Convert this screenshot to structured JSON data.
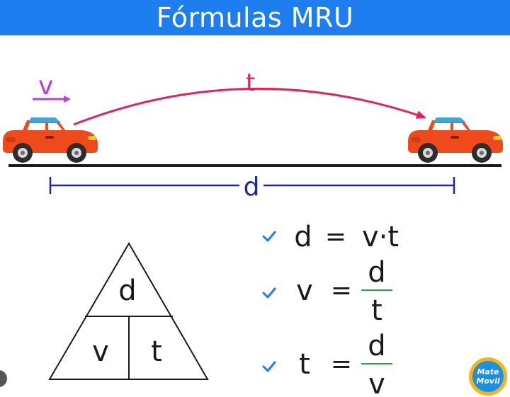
{
  "title": "Fórmulas MRU",
  "scene": {
    "velocity_label": "v",
    "time_label": "t",
    "distance_label": "d"
  },
  "triangle": {
    "top": "d",
    "bottom_left": "v",
    "bottom_right": "t"
  },
  "formulas": [
    {
      "lhs": "d",
      "eq": "=",
      "rhs": "v·t"
    },
    {
      "lhs": "v",
      "eq": "=",
      "num": "d",
      "den": "t"
    },
    {
      "lhs": "t",
      "eq": "=",
      "num": "d",
      "den": "v"
    }
  ],
  "logo": {
    "line1": "Mate",
    "line2": "Movil"
  },
  "colors": {
    "title_bg": "#1e7ef0",
    "velocity": "#c03ce0",
    "time_arc": "#e0235f",
    "distance": "#1a2a9c",
    "car_body": "#ef4a1b",
    "car_roof": "#3fa6d8",
    "check": "#1e7ef0",
    "fraction_line": "#2e9e3e"
  }
}
